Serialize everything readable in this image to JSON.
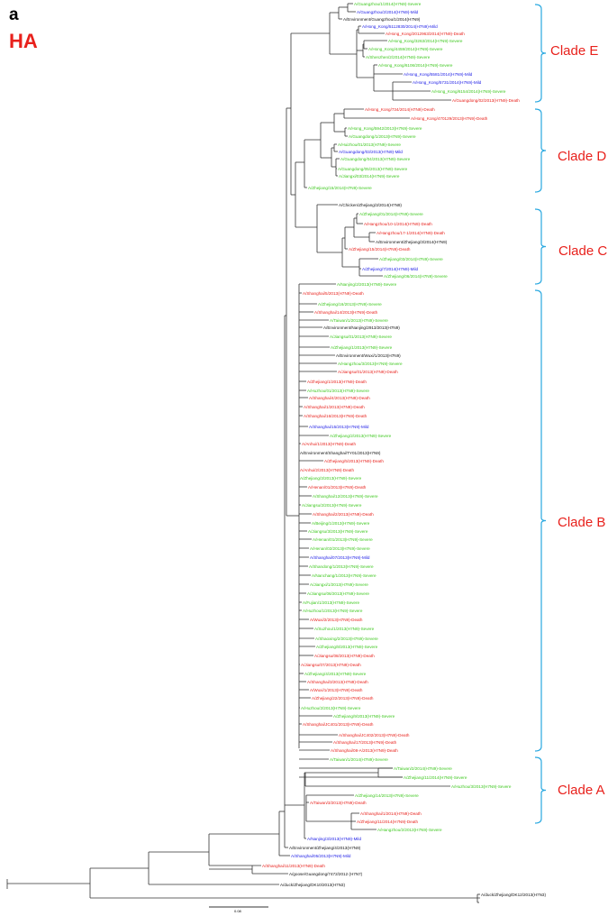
{
  "panel_letter": "a",
  "gene": "HA",
  "scale_value": "0.08",
  "colors": {
    "death": "#e8211c",
    "severe": "#3ec81f",
    "mild": "#1a1ae6",
    "none": "#111111",
    "bracket": "#29a8e0",
    "branch": "#333333"
  },
  "clades": [
    {
      "label": "Clade E"
    },
    {
      "label": "Clade D"
    },
    {
      "label": "Clade C"
    },
    {
      "label": "Clade B"
    },
    {
      "label": "Clade A"
    }
  ],
  "tips": [
    {
      "label": "A/Guangzhou/1/2014(H7N9)-Severe",
      "cls": "severe"
    },
    {
      "label": "A/Guangzhou/2/2014(H7N9)-Mild",
      "cls": "mild"
    },
    {
      "label": "A/Environment/Guangzhou/1/2014(H7N9)",
      "cls": "none"
    },
    {
      "label": "A/Hong_Kong/5112830/2014(H7N9)-Mild",
      "cls": "mild"
    },
    {
      "label": "A/Hong_Kong/2012963/2014(H7N9)-Death",
      "cls": "death"
    },
    {
      "label": "A/Hong_Kong/3263/2014(H7N9)-Severe",
      "cls": "severe"
    },
    {
      "label": "A/Hong_Kong/4459/2014(H7N9)-Severe",
      "cls": "severe"
    },
    {
      "label": "A/Shenzhen/2/2014(H7N9)-Severe",
      "cls": "severe"
    },
    {
      "label": "A/Hong_Kong/6106/2014(H7N9)-Severe",
      "cls": "severe"
    },
    {
      "label": "A/Hong_Kong/5581/2014(H7N9)-Mild",
      "cls": "mild"
    },
    {
      "label": "A/Hong_Kong/5731/2014(H7N9)-Mild",
      "cls": "mild"
    },
    {
      "label": "A/Hong_Kong/6154/2014(H7N9)-Severe",
      "cls": "severe"
    },
    {
      "label": "A/Guangdong/02/2013(H7N9)-Death",
      "cls": "death"
    },
    {
      "label": "A/Hong_Kong/734/2014(H7N9)-Death",
      "cls": "death"
    },
    {
      "label": "A/Hong_Kong/470129/2013(H7N9)-Death",
      "cls": "death"
    },
    {
      "label": "A/Hong_Kong/5942/2013(H7N9)-Severe",
      "cls": "severe"
    },
    {
      "label": "A/Guangdong/1/2013(H7N9)-Severe",
      "cls": "severe"
    },
    {
      "label": "A/Huizhou/01/2013(H7N9)-Severe",
      "cls": "severe"
    },
    {
      "label": "A/Guangdong/03/2013(H7N9)-Mild",
      "cls": "mild"
    },
    {
      "label": "A/Guangdong/04/2013(H7N9)-Severe",
      "cls": "severe"
    },
    {
      "label": "A/Guangdong/05/2013(H7N9)-Severe",
      "cls": "severe"
    },
    {
      "label": "A/Jiangxi/03/2014(H7N9)-Severe",
      "cls": "severe"
    },
    {
      "label": "A/Zhejiang/15/2014(H7N9)-Severe",
      "cls": "severe"
    },
    {
      "label": "A/Chicken/Zhejiang/3/2014(H7N9)",
      "cls": "none"
    },
    {
      "label": "A/Zhejiang/01/2014(H7N9)-Severe",
      "cls": "severe"
    },
    {
      "label": "A/Hangzhou/10-1/2014(H7N9)-Death",
      "cls": "death"
    },
    {
      "label": "A/Hangzhou/17-1/2014(H7N9)-Death",
      "cls": "death"
    },
    {
      "label": "A/Environment/Zhejiang/3/2014(H7N9)",
      "cls": "none"
    },
    {
      "label": "A/Zhejiang/15/2014(H7N9)-Death",
      "cls": "death"
    },
    {
      "label": "A/Zhejiang/03/2014(H7N9)-Severe",
      "cls": "severe"
    },
    {
      "label": "A/Zhejiang/7/2014(H7N9)-Mild",
      "cls": "mild"
    },
    {
      "label": "A/Zhejiang/06/2014(H7N9)-Severe",
      "cls": "severe"
    },
    {
      "label": "A/Nanjing/2/2013(H7N9)-Severe",
      "cls": "severe"
    },
    {
      "label": "A/Shanghai/5/2013(H7N9)-Death",
      "cls": "death"
    },
    {
      "label": "A/Zhejiang/16/2013(H7N9)-Severe",
      "cls": "severe"
    },
    {
      "label": "A/Shanghai/14/2013(H7N9)-Death",
      "cls": "death"
    },
    {
      "label": "A/Taiwan/1/2013(H7N9)-Severe",
      "cls": "severe"
    },
    {
      "label": "A/Environment/Nanjing/2913/2013(H7N9)",
      "cls": "none"
    },
    {
      "label": "A/Jiangsu/01/2013(H7N9)-Severe",
      "cls": "severe"
    },
    {
      "label": "A/Zhejiang/1/2013(H7N9)-Severe",
      "cls": "severe"
    },
    {
      "label": "A/Environment/Wuxi/1/2013(H7N9)",
      "cls": "none"
    },
    {
      "label": "A/Hangzhou/3/2013(H7N9)-Severe",
      "cls": "severe"
    },
    {
      "label": "A/Jiangsu/01/2013(H7N9)-Death",
      "cls": "death"
    },
    {
      "label": "A/Zhejiang/1/2013(H7N9)-Death",
      "cls": "death"
    },
    {
      "label": "A/Huzhou/01/2013(H7N9)-Severe",
      "cls": "severe"
    },
    {
      "label": "A/Shanghai/4/2013(H7N9)-Death",
      "cls": "death"
    },
    {
      "label": "A/Shanghai/1/2013(H7N9)-Death",
      "cls": "death"
    },
    {
      "label": "A/Shanghai/16/2013(H7N9)-Death",
      "cls": "death"
    },
    {
      "label": "A/Shanghai/15/2013(H7N9)-Mild",
      "cls": "mild"
    },
    {
      "label": "A/Zhejiang/2/2013(H7N9)-Severe",
      "cls": "severe"
    },
    {
      "label": "A/Anhui/1/2013(H7N9)-Death",
      "cls": "death"
    },
    {
      "label": "A/Environment/Shanghai/TY01/2013(H7N9)",
      "cls": "none"
    },
    {
      "label": "A/Zhejiang/5/2013(H7N9)-Death",
      "cls": "death"
    },
    {
      "label": "A/Anhui/2/2013(H7N9)-Death",
      "cls": "death"
    },
    {
      "label": "A/Zhejiang/3/2013(H7N9)-Severe",
      "cls": "severe"
    },
    {
      "label": "A/Henan/01/2013(H7N9)-Death",
      "cls": "death"
    },
    {
      "label": "A/Shanghai/12/2013(H7N9)-Severe",
      "cls": "severe"
    },
    {
      "label": "A/Jiangsu/2/2013(H7N9)-Severe",
      "cls": "severe"
    },
    {
      "label": "A/Shanghai/2/2013(H7N9)-Death",
      "cls": "death"
    },
    {
      "label": "A/Beijing/1/2013(H7N9)-Severe",
      "cls": "severe"
    },
    {
      "label": "A/Jiangsu/3/2013(H7N9)-Severe",
      "cls": "severe"
    },
    {
      "label": "A/Henan/01/2013(H7N9)-Severe",
      "cls": "severe"
    },
    {
      "label": "A/Henan/02/2013(H7N9)-Severe",
      "cls": "severe"
    },
    {
      "label": "A/Shanghai/07/2013(H7N9)-Mild",
      "cls": "mild"
    },
    {
      "label": "A/Shandong/1/2013(H7N9)-Severe",
      "cls": "severe"
    },
    {
      "label": "A/Nanchang/1/2013(H7N9)-Severe",
      "cls": "severe"
    },
    {
      "label": "A/Jiangxi/1/2013(H7N9)-Severe",
      "cls": "severe"
    },
    {
      "label": "A/Jiangsu/06/2013(H7N9)-Severe",
      "cls": "severe"
    },
    {
      "label": "A/Fujian/1/2013(H7N9)-Severe",
      "cls": "severe"
    },
    {
      "label": "A/Huzhou/1/2013(H7N9)-Severe",
      "cls": "severe"
    },
    {
      "label": "A/Wuxi/2/2013(H7N9)-Death",
      "cls": "death"
    },
    {
      "label": "A/Suzhou/1/2013(H7N9)-Severe",
      "cls": "severe"
    },
    {
      "label": "A/Shaoxing/2/2013(H7N9)-Severe",
      "cls": "severe"
    },
    {
      "label": "A/Zhejiang/8/2013(H7N9)-Severe",
      "cls": "severe"
    },
    {
      "label": "A/Jiangsu/08/2013(H7N9)-Death",
      "cls": "death"
    },
    {
      "label": "A/Jiangsu/07/2013(H7N9)-Death",
      "cls": "death"
    },
    {
      "label": "A/Zhejiang/4/2013(H7N9)-Severe",
      "cls": "severe"
    },
    {
      "label": "A/Shanghai/3/2013(H7N9)-Death",
      "cls": "death"
    },
    {
      "label": "A/Wuxi/1/2013(H7N9)-Death",
      "cls": "death"
    },
    {
      "label": "A/Zhejiang/22/2013(H7N9)-Death",
      "cls": "death"
    },
    {
      "label": "A/Huzhou/2/2013(H7N9)-Severe",
      "cls": "severe"
    },
    {
      "label": "A/Zhejiang/9/2013(H7N9)-Severe",
      "cls": "severe"
    },
    {
      "label": "A/Shanghai/JC401/2013(H7N9)-Death",
      "cls": "death"
    },
    {
      "label": "A/Shanghai/JC402/2013(H7N9)-Death",
      "cls": "death"
    },
    {
      "label": "A/Shanghai/17/2013(H7N9)-Death",
      "cls": "death"
    },
    {
      "label": "A/Shanghai/08-A/2013(H7N9)-Death",
      "cls": "death"
    },
    {
      "label": "A/Taiwan/1/2014(H7N9)-Severe",
      "cls": "severe"
    },
    {
      "label": "A/Taiwan/2/2014(H7N9)-Severe",
      "cls": "severe"
    },
    {
      "label": "A/Zhejiang/11/2014(H7N9)-Severe",
      "cls": "severe"
    },
    {
      "label": "A/Huzhou/3/2013(H7N9)-Severe",
      "cls": "severe"
    },
    {
      "label": "A/Zhejiang/14/2013(H7N9)-Severe",
      "cls": "severe"
    },
    {
      "label": "A/Taiwan/3/2013(H7N9)-Death",
      "cls": "death"
    },
    {
      "label": "A/Shanghai/1/2014(H7N9)-Death",
      "cls": "death"
    },
    {
      "label": "A/Zhejiang/11/2014(H7N9)-Death",
      "cls": "death"
    },
    {
      "label": "A/Hangzhou/2/2013(H7N9)-Severe",
      "cls": "severe"
    },
    {
      "label": "A/Nanjing/3/2013(H7N9)-Mild",
      "cls": "mild"
    },
    {
      "label": "A/Environment/Zhejiang/4/2013(H7N9)",
      "cls": "none"
    },
    {
      "label": "A/Shanghai/05/2013(H7N9)-Mild",
      "cls": "mild"
    },
    {
      "label": "A/Shanghai/11/2013(H7N9)-Death",
      "cls": "death"
    },
    {
      "label": "A/goose/Guangdong/7472/2012 (H7N7)",
      "cls": "none"
    },
    {
      "label": "A/duck/Zhejiang/DK10/2013(H7N3)",
      "cls": "none"
    },
    {
      "label": "A/duck/Zhejiang/DK12/2013(H7N3)",
      "cls": "none"
    }
  ]
}
